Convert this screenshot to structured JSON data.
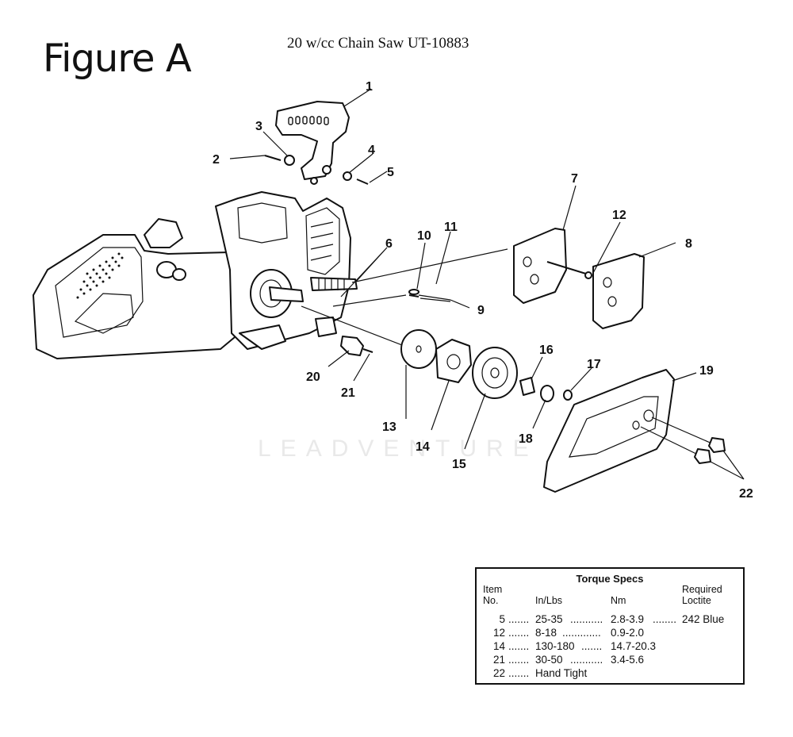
{
  "figure_label": "Figure A",
  "subtitle": "20 w/cc Chain Saw UT-10883",
  "watermark": "LEADVENTURE",
  "callouts": [
    "1",
    "2",
    "3",
    "4",
    "5",
    "6",
    "7",
    "8",
    "9",
    "10",
    "11",
    "12",
    "13",
    "14",
    "15",
    "16",
    "17",
    "18",
    "19",
    "20",
    "21",
    "22"
  ],
  "torque_specs": {
    "title": "Torque Specs",
    "headers": {
      "item": [
        "Item",
        "No."
      ],
      "in_lbs": "In/Lbs",
      "nm": "Nm",
      "loctite": [
        "Required",
        "Loctite"
      ]
    },
    "rows": [
      {
        "item": "5",
        "in_lbs": "25-35",
        "nm": "2.8-3.9",
        "loctite": "242 Blue"
      },
      {
        "item": "12",
        "in_lbs": "8-18",
        "nm": "0.9-2.0",
        "loctite": ""
      },
      {
        "item": "14",
        "in_lbs": "130-180",
        "nm": "14.7-20.3",
        "loctite": ""
      },
      {
        "item": "21",
        "in_lbs": "30-50",
        "nm": "3.4-5.6",
        "loctite": ""
      },
      {
        "item": "22",
        "in_lbs": "Hand Tight",
        "nm": "",
        "loctite": ""
      }
    ]
  }
}
